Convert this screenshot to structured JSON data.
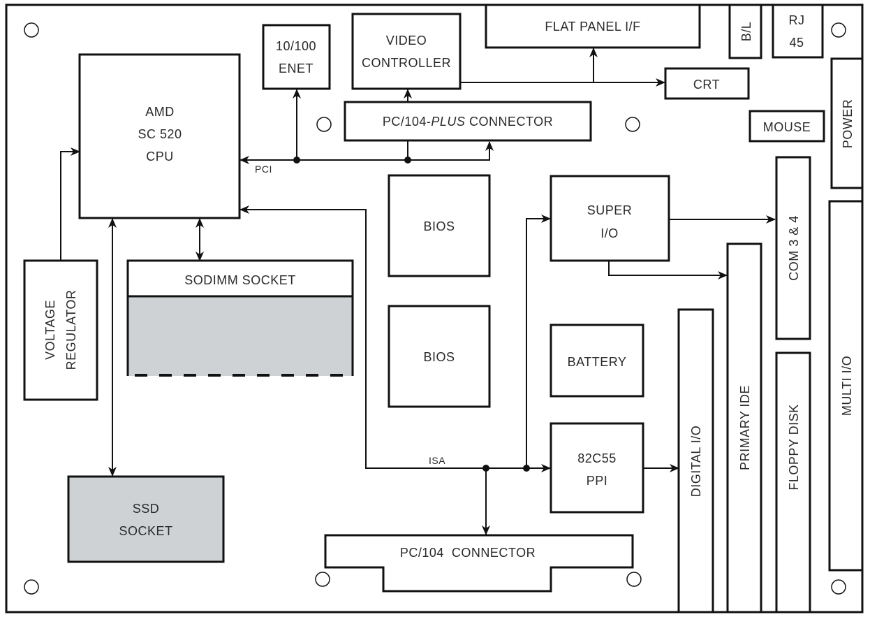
{
  "diagram": {
    "title": "SC520 Single Board Computer Block Diagram",
    "colors": {
      "line": "#111111",
      "board_fill": "#ffffff",
      "socket_fill": "#cfd2d5",
      "text": "#2a2a2a"
    },
    "blocks": {
      "cpu": [
        "AMD",
        "SC 520",
        "CPU"
      ],
      "enet": [
        "10/100",
        "ENET"
      ],
      "video": [
        "VIDEO",
        "CONTROLLER"
      ],
      "flat_panel": "FLAT PANEL I/F",
      "backlight": "B/L",
      "rj45": [
        "RJ",
        "45"
      ],
      "crt": "CRT",
      "pc104plus_prefix": "PC/104-",
      "pc104plus_italic": "PLUS",
      "pc104plus_suffix": " CONNECTOR",
      "mouse": "MOUSE",
      "power": "POWER",
      "bios1": "BIOS",
      "bios2": "BIOS",
      "super_io": [
        "SUPER",
        "I/O"
      ],
      "com34": "COM 3 & 4",
      "multi_io": "MULTI I/O",
      "voltage_regulator": [
        "VOLTAGE",
        "REGULATOR"
      ],
      "sodimm": "SODIMM SOCKET",
      "primary_ide": "PRIMARY IDE",
      "digital_io": "DIGITAL I/O",
      "battery": "BATTERY",
      "floppy": "FLOPPY DISK",
      "ppi": [
        "82C55",
        "PPI"
      ],
      "ssd": [
        "SSD",
        "SOCKET"
      ],
      "pc104": "PC/104  CONNECTOR"
    },
    "buses": {
      "pci": "PCI",
      "isa": "ISA"
    },
    "connections": [
      {
        "from": "VOLTAGE REGULATOR",
        "to": "AMD SC 520 CPU"
      },
      {
        "from": "PCI bus",
        "to": "AMD SC 520 CPU"
      },
      {
        "from": "PCI bus",
        "to": "10/100 ENET"
      },
      {
        "from": "PCI bus",
        "to": "PC/104-PLUS CONNECTOR",
        "bidirectional": true
      },
      {
        "from": "PC/104-PLUS CONNECTOR",
        "to": "VIDEO CONTROLLER"
      },
      {
        "from": "VIDEO CONTROLLER",
        "to": "FLAT PANEL I/F"
      },
      {
        "from": "VIDEO CONTROLLER",
        "to": "CRT"
      },
      {
        "from": "AMD SC 520 CPU",
        "to": "SODIMM SOCKET",
        "bidirectional": true
      },
      {
        "from": "AMD SC 520 CPU",
        "to": "SSD SOCKET",
        "bidirectional": true
      },
      {
        "from": "ISA bus",
        "to": "AMD SC 520 CPU"
      },
      {
        "from": "ISA bus",
        "to": "SUPER I/O"
      },
      {
        "from": "ISA bus",
        "to": "82C55 PPI"
      },
      {
        "from": "ISA bus",
        "to": "PC/104 CONNECTOR"
      },
      {
        "from": "SUPER I/O",
        "to": "COM 3 & 4"
      },
      {
        "from": "SUPER I/O",
        "to": "PRIMARY IDE"
      },
      {
        "from": "82C55 PPI",
        "to": "DIGITAL I/O"
      }
    ]
  }
}
